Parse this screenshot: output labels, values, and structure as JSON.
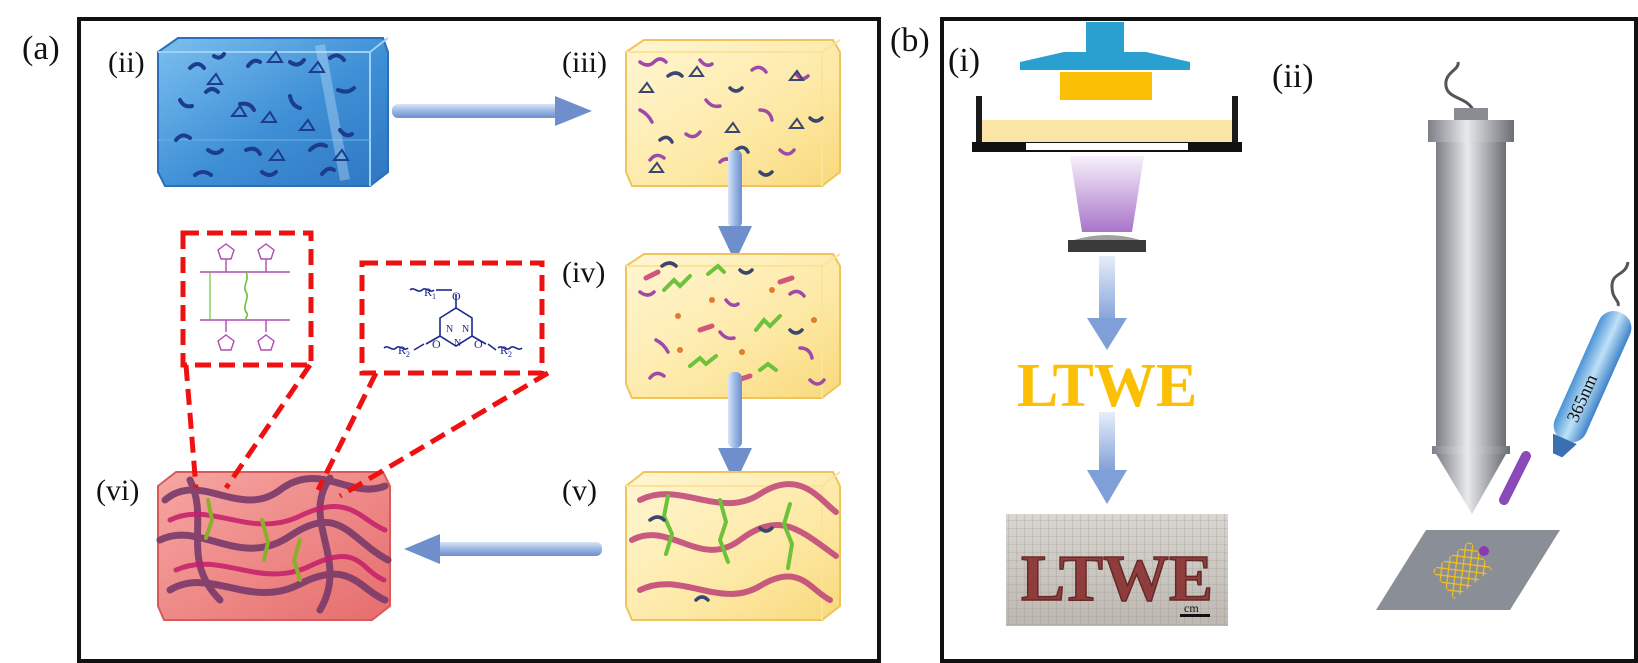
{
  "panel_a": {
    "label": "(a)",
    "stages": {
      "ii": "(ii)",
      "iii": "(iii)",
      "iv": "(iv)",
      "v": "(v)",
      "vi": "(vi)"
    },
    "triazine_inset": {
      "r1": "R",
      "r1_sub": "1",
      "r2": "R",
      "r2_sub": "2",
      "o": "O",
      "n": "N"
    }
  },
  "panel_b": {
    "label": "(b)",
    "sub_i": "(i)",
    "sub_ii": "(ii)",
    "letters_text": "LTWE",
    "scale_label": "cm",
    "wavelength": "365nm"
  },
  "colors": {
    "blue_block": "#4a9bd9",
    "yellow_block": "#fdeeb0",
    "red_block": "#f08a8a",
    "arrow": "#8eaee0",
    "red_dash": "#ee1111",
    "ltwe": "#fbbf05",
    "purple_chain": "#a04aa8",
    "green_chain": "#6ec13a",
    "navy_chain": "#2a3a6a"
  },
  "icons": [
    "arrow-right-icon",
    "arrow-down-icon",
    "arrow-left-icon",
    "3d-printer-icon",
    "nozzle-icon",
    "uv-pen-icon"
  ]
}
